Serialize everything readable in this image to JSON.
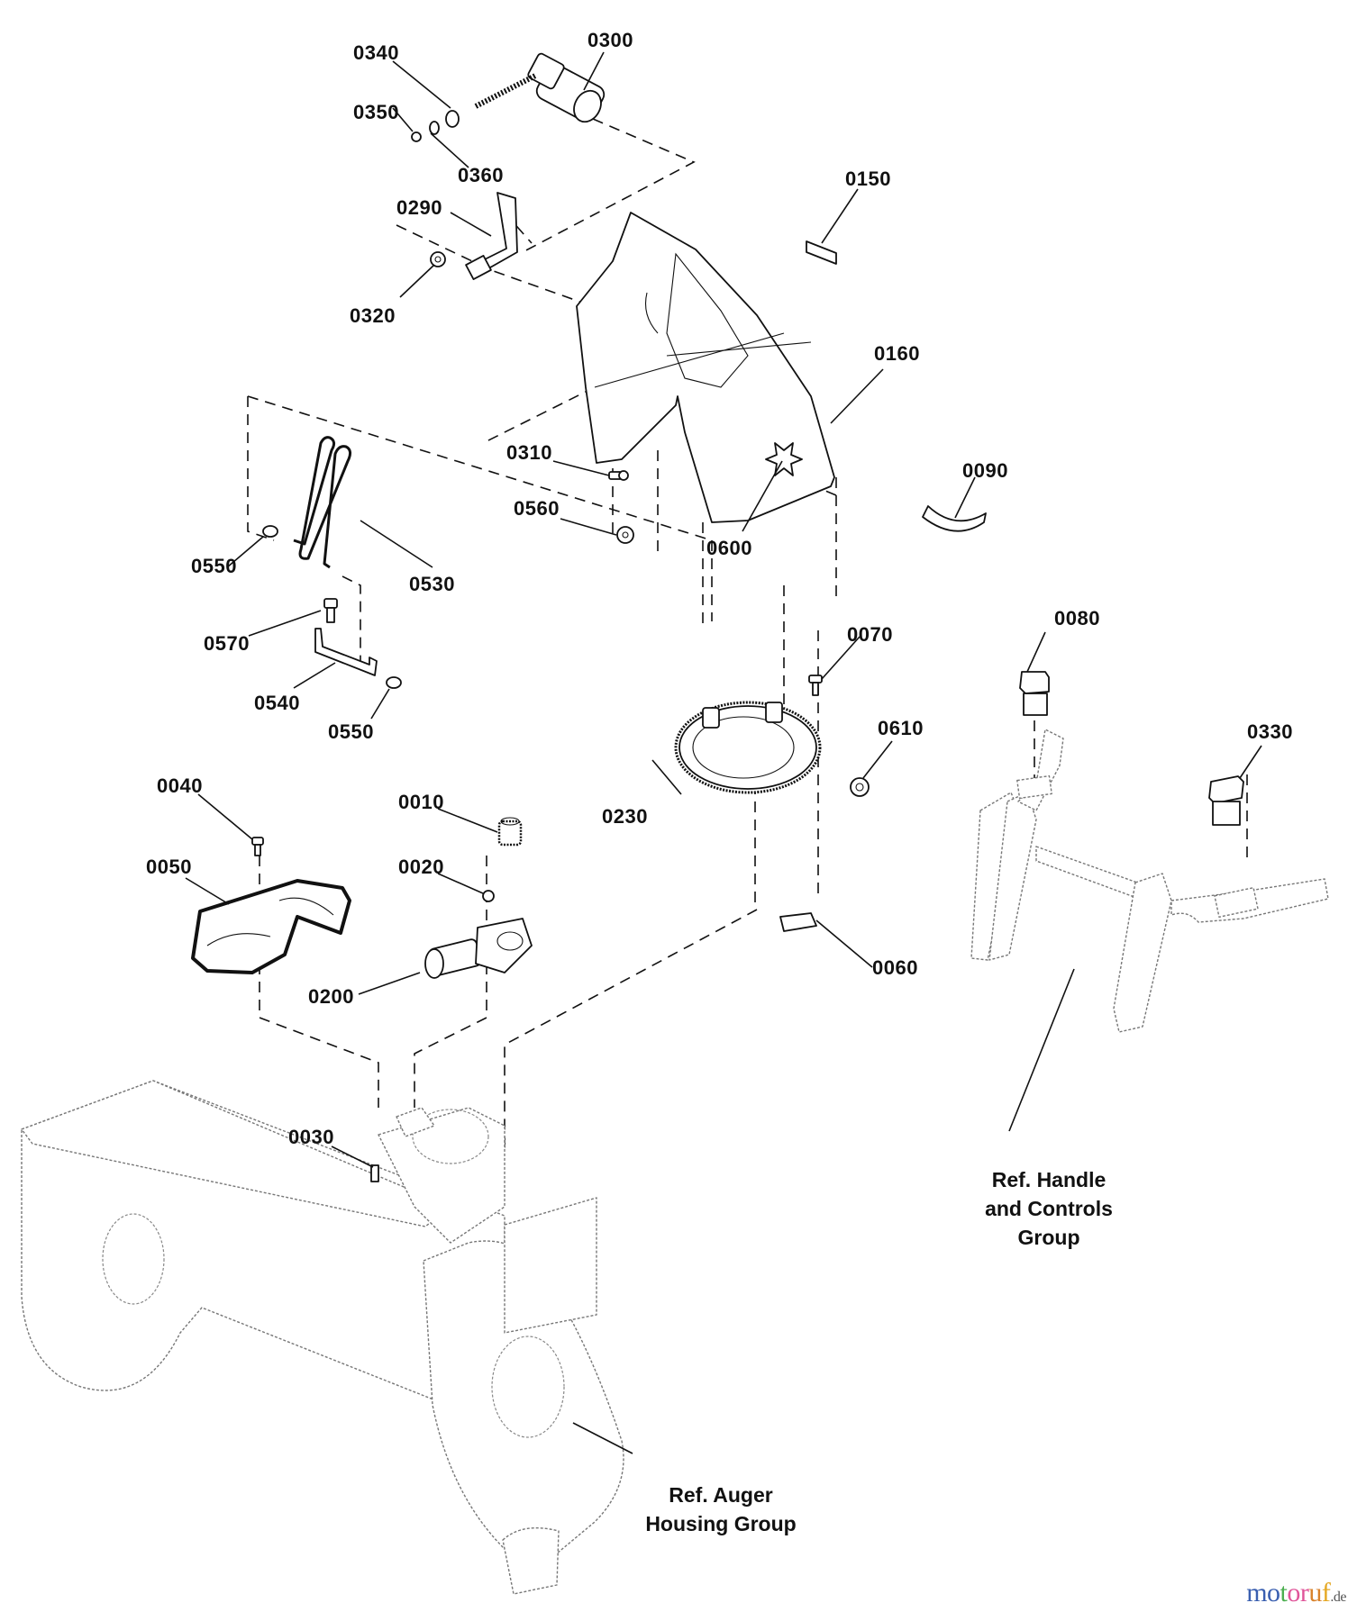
{
  "diagram": {
    "type": "exploded-parts-diagram",
    "subject": "snow thrower discharge chute assembly",
    "part_labels": [
      {
        "id": "p0340",
        "text": "0340"
      },
      {
        "id": "p0300",
        "text": "0300"
      },
      {
        "id": "p0350",
        "text": "0350"
      },
      {
        "id": "p0360",
        "text": "0360"
      },
      {
        "id": "p0150",
        "text": "0150"
      },
      {
        "id": "p0290",
        "text": "0290"
      },
      {
        "id": "p0320",
        "text": "0320"
      },
      {
        "id": "p0160",
        "text": "0160"
      },
      {
        "id": "p0310",
        "text": "0310"
      },
      {
        "id": "p0090",
        "text": "0090"
      },
      {
        "id": "p0560",
        "text": "0560"
      },
      {
        "id": "p0600",
        "text": "0600"
      },
      {
        "id": "p0550a",
        "text": "0550"
      },
      {
        "id": "p0530",
        "text": "0530"
      },
      {
        "id": "p0070",
        "text": "0070"
      },
      {
        "id": "p0080",
        "text": "0080"
      },
      {
        "id": "p0570",
        "text": "0570"
      },
      {
        "id": "p0540",
        "text": "0540"
      },
      {
        "id": "p0550b",
        "text": "0550"
      },
      {
        "id": "p0610",
        "text": "0610"
      },
      {
        "id": "p0330",
        "text": "0330"
      },
      {
        "id": "p0040",
        "text": "0040"
      },
      {
        "id": "p0010",
        "text": "0010"
      },
      {
        "id": "p0230",
        "text": "0230"
      },
      {
        "id": "p0050",
        "text": "0050"
      },
      {
        "id": "p0020",
        "text": "0020"
      },
      {
        "id": "p0060",
        "text": "0060"
      },
      {
        "id": "p0200",
        "text": "0200"
      },
      {
        "id": "p0030",
        "text": "0030"
      }
    ],
    "references": {
      "handle_group": [
        "Ref. Handle",
        "and Controls",
        "Group"
      ],
      "auger_group": [
        "Ref. Auger",
        "Housing Group"
      ]
    }
  },
  "watermark": {
    "letters": [
      {
        "ch": "m",
        "color": "#3a5fb0"
      },
      {
        "ch": "o",
        "color": "#3a5fb0"
      },
      {
        "ch": "t",
        "color": "#4caf50"
      },
      {
        "ch": "o",
        "color": "#e0559a"
      },
      {
        "ch": "r",
        "color": "#e0559a"
      },
      {
        "ch": "u",
        "color": "#d9822b"
      },
      {
        "ch": "f",
        "color": "#e5a823"
      }
    ],
    "tld": ".de"
  }
}
